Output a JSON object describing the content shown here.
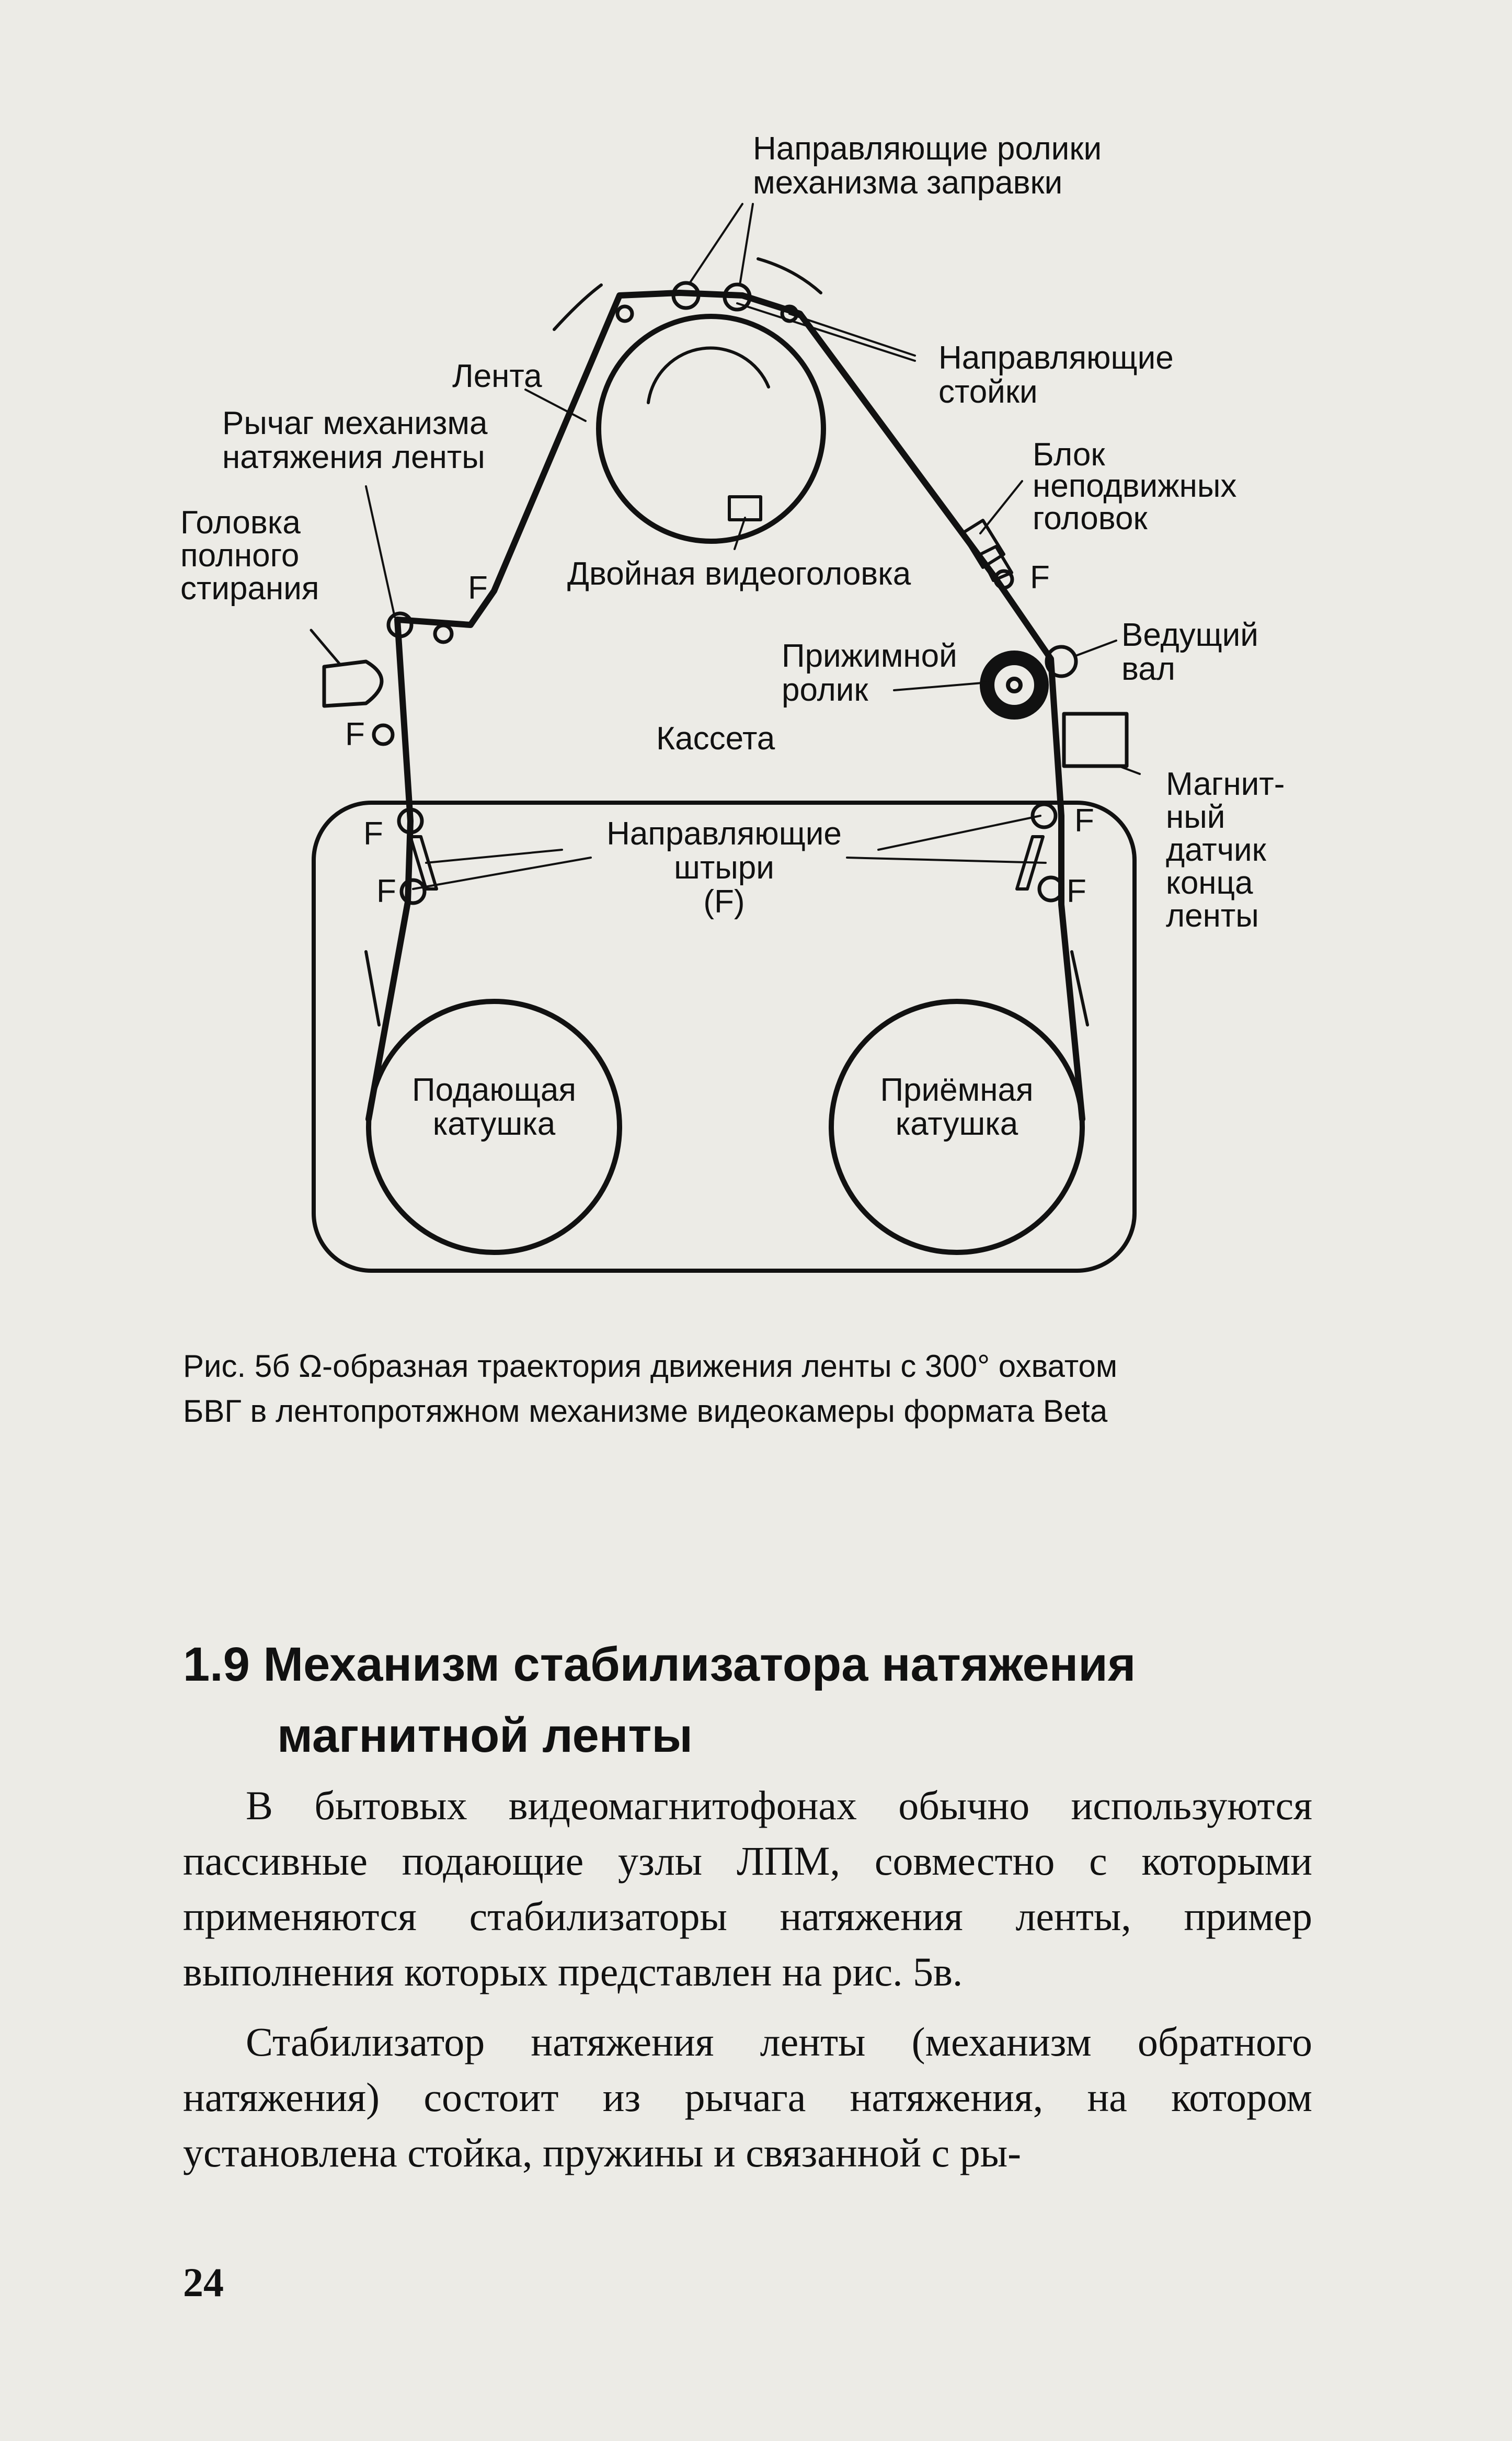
{
  "diagram": {
    "labels": {
      "guide_rollers": [
        "Направляющие ролики",
        "механизма заправки"
      ],
      "guide_posts": [
        "Направляющие",
        "стойки"
      ],
      "tape": "Лента",
      "tension_lever": [
        "Рычаг механизма",
        "натяжения ленты"
      ],
      "stationary_heads": [
        "Блок",
        "неподвижных",
        "головок"
      ],
      "erase_head": [
        "Головка",
        "полного",
        "стирания"
      ],
      "dual_head": "Двойная видеоголовка",
      "capstan": [
        "Ведущий",
        "вал"
      ],
      "pinch_roller": [
        "Прижимной",
        "ролик"
      ],
      "cassette": "Кассета",
      "sensor": [
        "Магнит-",
        "ный",
        "датчик",
        "конца",
        "ленты"
      ],
      "guide_pins": [
        "Направляющие",
        "штыри",
        "(F)"
      ],
      "supply_reel": [
        "Подающая",
        "катушка"
      ],
      "takeup_reel": [
        "Приёмная",
        "катушка"
      ],
      "f_marks": [
        "F",
        "F",
        "F",
        "F",
        "F",
        "F",
        "F"
      ]
    }
  },
  "caption": [
    "Рис. 5б Ω-образная траектория движения ленты с 300° охватом",
    "БВГ в лентопротяжном механизме видеокамеры формата Beta"
  ],
  "section_heading": [
    "1.9 Механизм стабилизатора натяжения",
    "магнитной ленты"
  ],
  "paragraphs": [
    "В бытовых видеомагнитофонах обычно используются пассивные подающие узлы ЛПМ, совместно с которыми применяются стабилизаторы натяжения ленты, пример выполнения которых представлен на рис. 5в.",
    "Стабилизатор натяжения ленты (механизм обратного натяжения) состоит из рычага натяжения, на котором установлена стойка, пружины и связанной с ры-"
  ],
  "page_number": "24"
}
